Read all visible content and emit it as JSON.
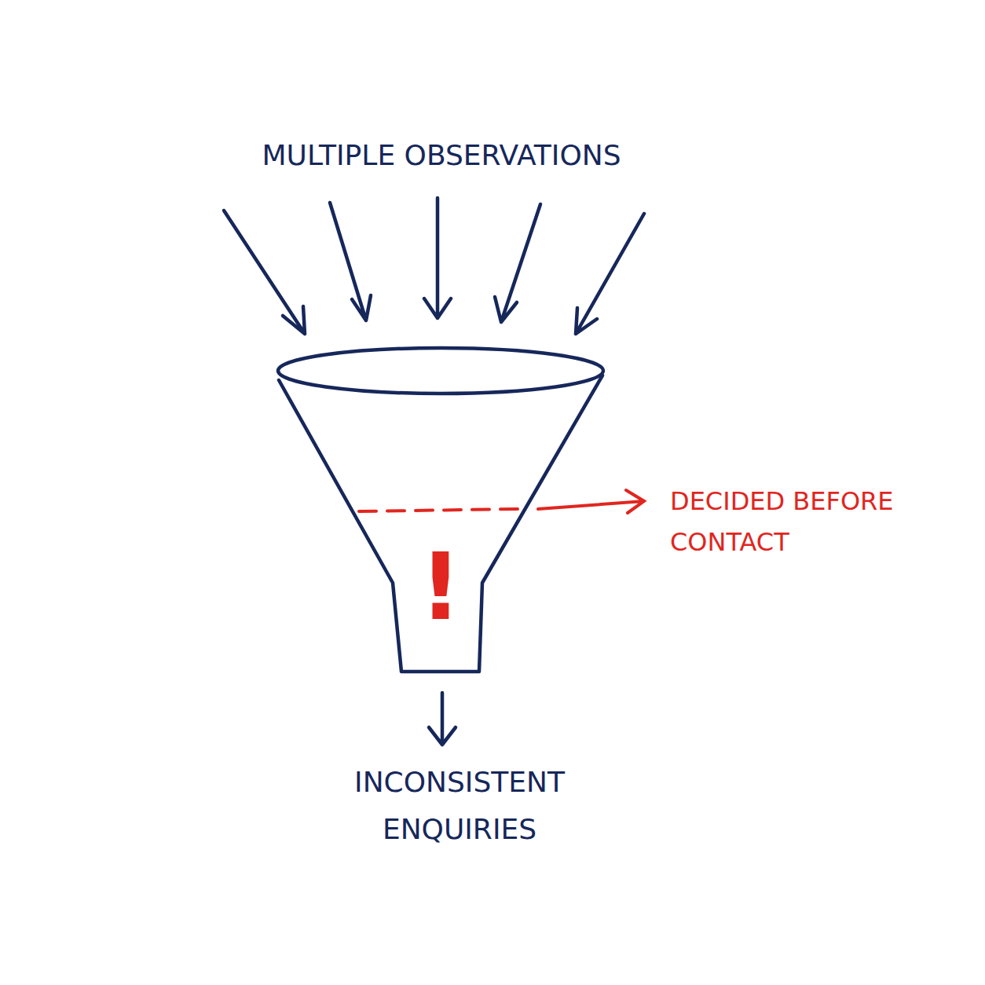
{
  "diagram": {
    "labels": [
      "MULTIPLE OBSERVATIONS",
      "!",
      "DECIDED BEFORE CONTACT",
      "INCONSISTENT ENQUIRIES"
    ]
  }
}
